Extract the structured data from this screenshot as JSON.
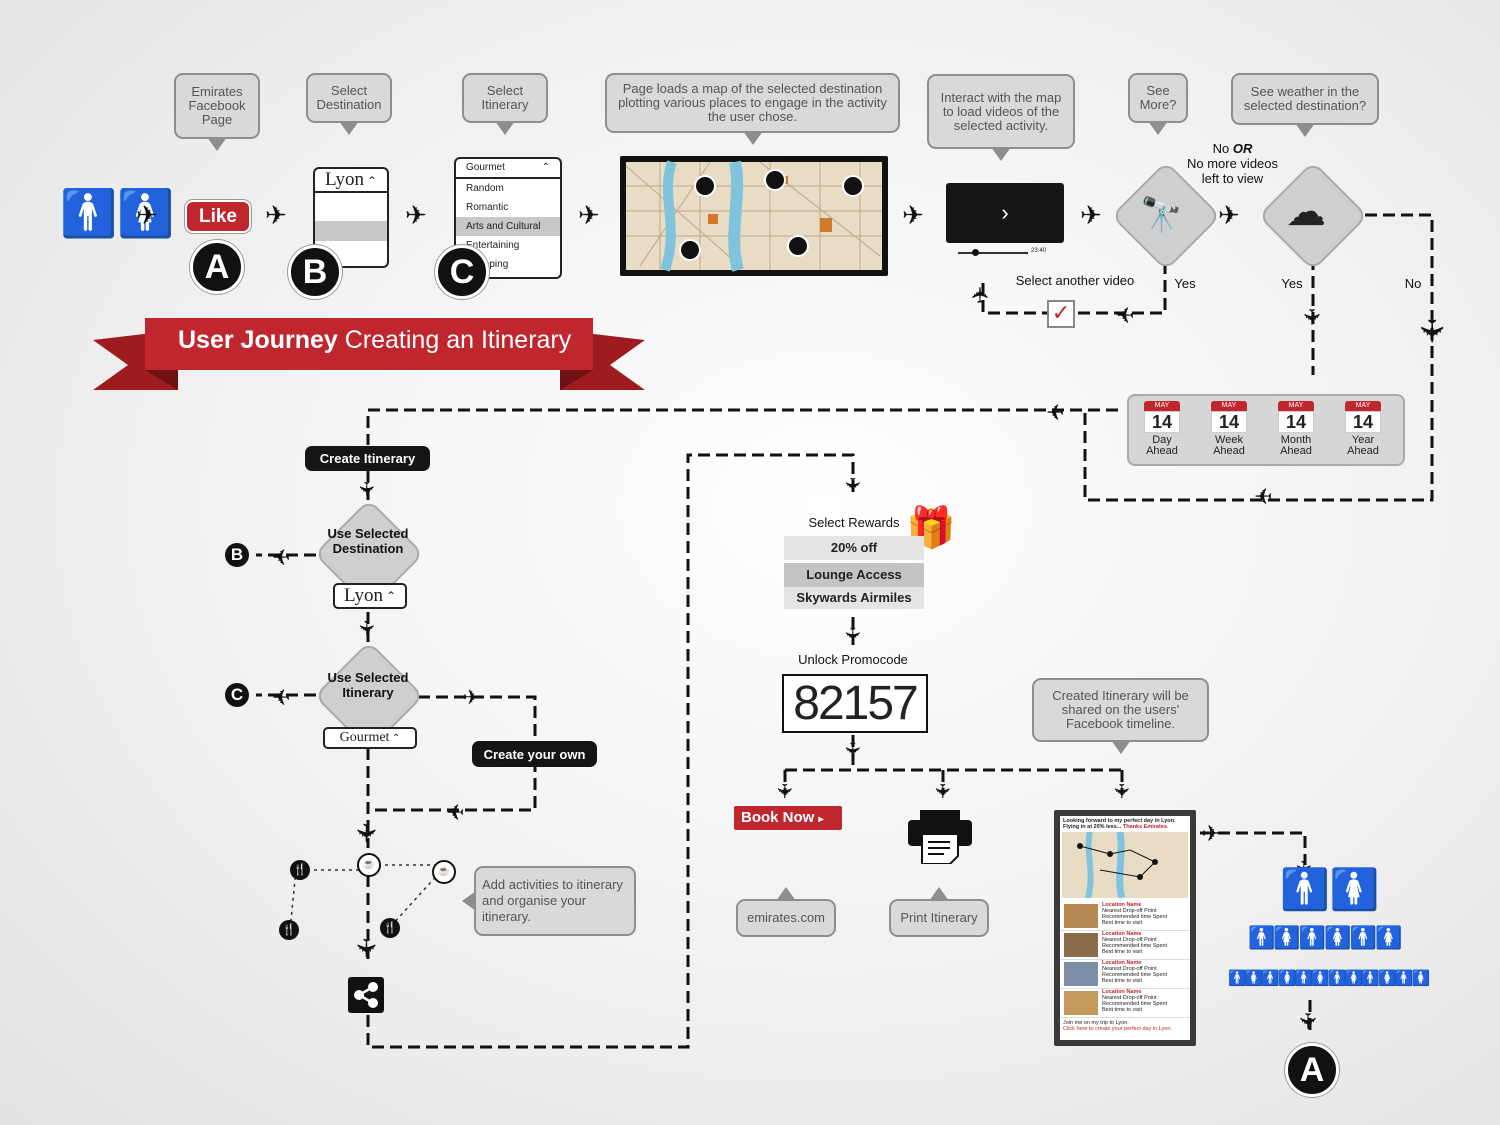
{
  "title": {
    "bold": "User Journey",
    "light": "Creating an Itinerary"
  },
  "bubbles": {
    "facebook": "Emirates Facebook Page",
    "destination": "Select Destination",
    "itinerary": "Select Itinerary",
    "map": "Page loads a map of the selected destination plotting various places to engage in the activity the user chose.",
    "videos": "Interact with the map to load videos of the selected activity.",
    "see_more": "See More?",
    "weather": "See weather in the selected destination?",
    "shared": "Created Itinerary will be shared on the users' Facebook timeline.",
    "activities": "Add activities to itinerary and organise your itinerary.",
    "website": "emirates.com",
    "print": "Print Itinerary"
  },
  "like_button": "Like",
  "steps": {
    "a": "A",
    "b": "B",
    "c": "C"
  },
  "destination_select": "Lyon",
  "itinerary_select": {
    "value": "Gourmet",
    "options": [
      "Random",
      "Romantic",
      "Arts and Cultural",
      "Entertaining",
      "Shopping"
    ]
  },
  "video_panel": {
    "select_another": "Select another video",
    "time": "23:40"
  },
  "decisions": {
    "yes": "Yes",
    "no": "No",
    "no_more_1": "No",
    "no_more_or": "OR",
    "no_more_2": "No more videos",
    "no_more_3": "left to view"
  },
  "forecast": [
    {
      "month": "MAY",
      "day": "14",
      "line1": "Day",
      "line2": "Ahead"
    },
    {
      "month": "MAY",
      "day": "14",
      "line1": "Week",
      "line2": "Ahead"
    },
    {
      "month": "MAY",
      "day": "14",
      "line1": "Month",
      "line2": "Ahead"
    },
    {
      "month": "MAY",
      "day": "14",
      "line1": "Year",
      "line2": "Ahead"
    }
  ],
  "flow": {
    "create_itinerary": "Create Itinerary",
    "use_destination": "Use Selected Destination",
    "use_itinerary": "Use Selected Itinerary",
    "create_own": "Create your own",
    "destination_value": "Lyon",
    "itinerary_value": "Gourmet"
  },
  "rewards": {
    "title": "Select Rewards",
    "items": [
      "20% off",
      "Lounge Access",
      "Skywards Airmiles"
    ],
    "unlock": "Unlock Promocode",
    "code": "82157"
  },
  "book_now": "Book Now",
  "timeline_post": {
    "headline_1": "Looking forward to my perfect day in Lyon.",
    "headline_2": "Flying in at 20% less...",
    "thanks": "Thanks Emirates.",
    "entry_title": "Location Name",
    "entry_lines": [
      "Nearest Drop-off Point",
      "Recommended time Spent",
      "Best time to visit"
    ],
    "footer_1": "Join me on my trip to Lyon.",
    "footer_2": "Click here to create your perfect day in Lyon."
  },
  "colors": {
    "accent": "#c0262d",
    "dark": "#151515",
    "bubble": "#d9d9d9"
  }
}
